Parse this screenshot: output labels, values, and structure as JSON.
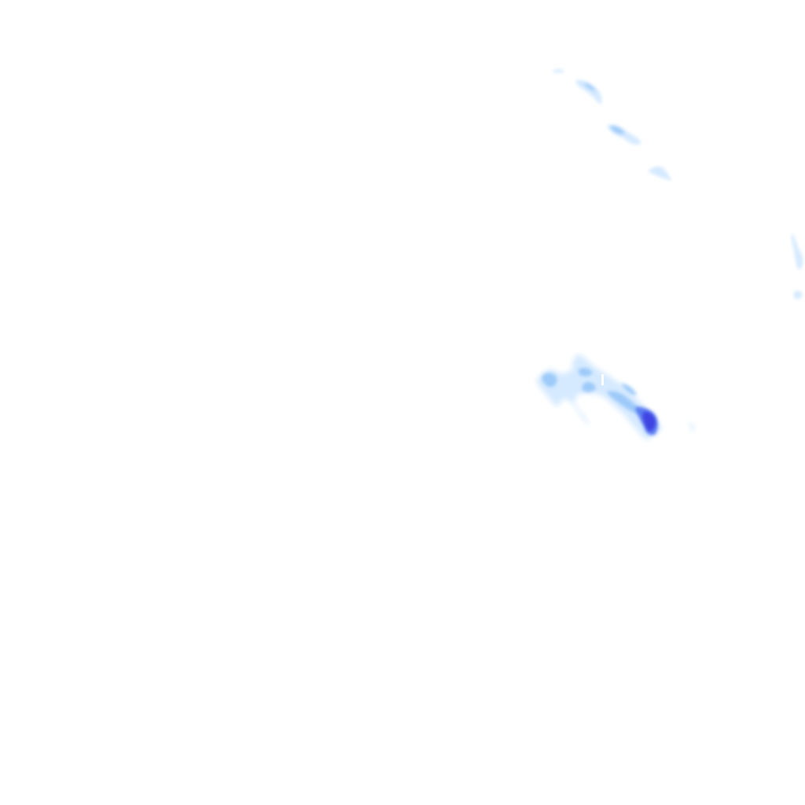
{
  "map": {
    "style": "radar-precipitation-overlay",
    "background_color": "#ffffff",
    "intensity_colors": {
      "light": "#cfe6ff",
      "moderate": "#8fc2f7",
      "heavy": "#4a6ef0",
      "intense": "#3b3fe0"
    },
    "echo_groups": [
      {
        "name": "northeast-arc-echoes",
        "intensity": "light"
      },
      {
        "name": "east-edge-echoes",
        "intensity": "light"
      },
      {
        "name": "central-east-echo-cluster",
        "intensity": "heavy"
      }
    ]
  }
}
